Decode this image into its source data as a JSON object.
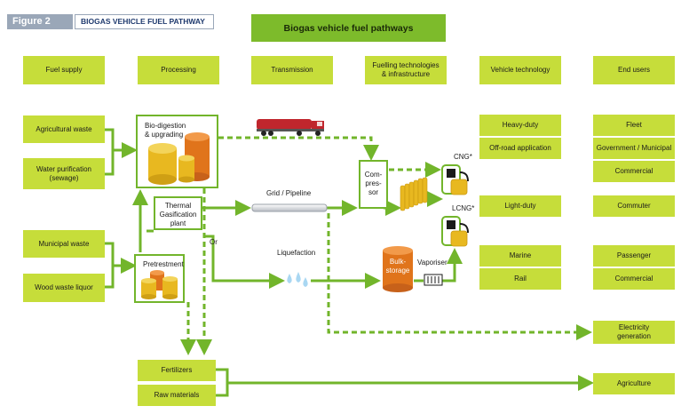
{
  "figure_tag": "Figure 2",
  "figure_title": "BIOGAS VEHICLE FUEL PATHWAY",
  "main_title": "Biogas vehicle     fuel pathways",
  "columns": [
    "Fuel supply",
    "Processing",
    "Transmission",
    "Fuelling technologies\n& infrastructure",
    "Vehicle technology",
    "End users"
  ],
  "fuel_supply": [
    "Agricultural waste",
    "Water purification\n(sewage)",
    "Municipal waste",
    "Wood waste liquor"
  ],
  "processing": {
    "biodigestion": "Bio-digestion\n& upgrading",
    "thermal": "Thermal\nGasification\nplant",
    "pretreatment": "Pretrestment"
  },
  "transmission": {
    "grid": "Grid / Pipeline",
    "or": "Or",
    "liquefaction": "Liquefaction"
  },
  "fuelling": {
    "compressor": "Com-\npres-\nsor",
    "cng": "CNG*",
    "lcng": "LCNG*",
    "bulk": "Bulk-\nstorage",
    "vaporiser": "Vaporiser"
  },
  "vehicle_tech": [
    "Heavy-duty",
    "Off-road application",
    "Light-duty",
    "Marine",
    "Rail"
  ],
  "end_users": [
    "Fleet",
    "Government / Municipal",
    "Commercial",
    "Commuter",
    "Passenger",
    "Commercial",
    "Electricity\ngeneration",
    "Agriculture"
  ],
  "byproducts": [
    "Fertilizers",
    "Raw materials"
  ],
  "colors": {
    "green": "#72b52b",
    "lime": "#c6dd3a",
    "banner": "#7dbb2b",
    "tank_orange": "#e0741b",
    "tank_yellow": "#e8b820",
    "truck_red": "#c0262d"
  }
}
